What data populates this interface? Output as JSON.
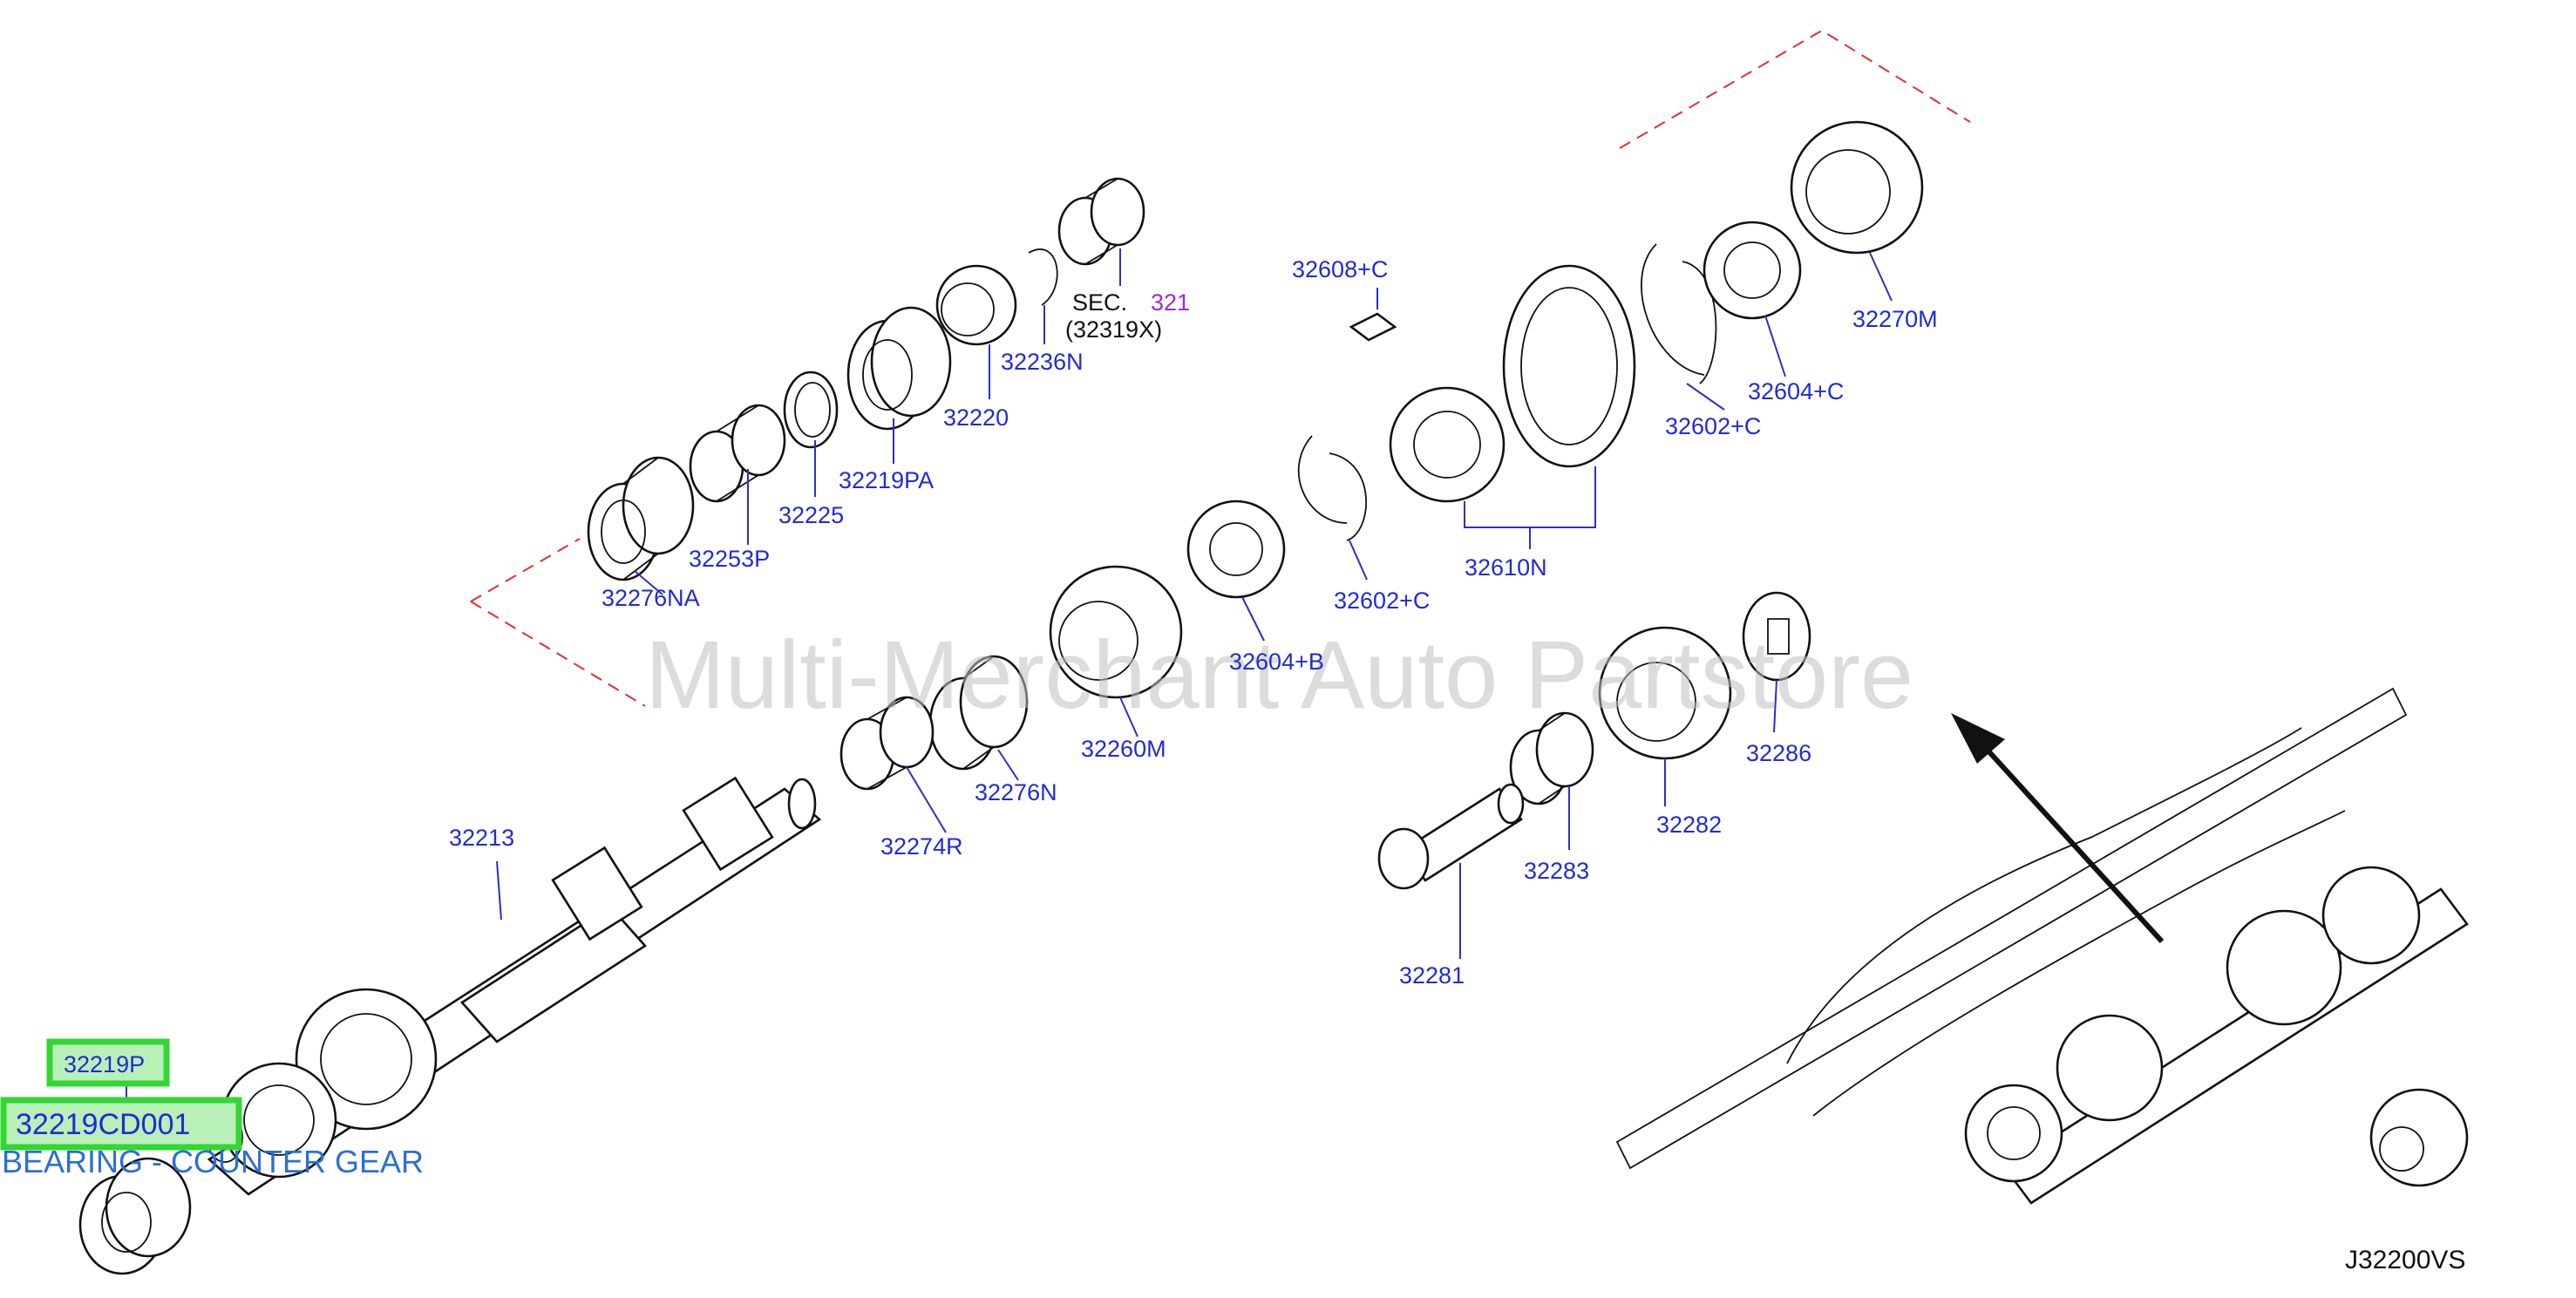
{
  "watermark": "Multi-Merchant Auto Partstore",
  "diagram_code": "J32200VS",
  "section_ref": {
    "label": "SEC.",
    "number": "321",
    "sub": "(32319X)"
  },
  "highlight": {
    "part_small": "32219P",
    "part_main": "32219CD001",
    "description": "BEARING - COUNTER GEAR"
  },
  "callouts": [
    "32276NA",
    "32253P",
    "32225",
    "32219PA",
    "32220",
    "32236N",
    "32608+C",
    "32270M",
    "32604+C",
    "32602+C",
    "32610N",
    "32602+C",
    "32604+B",
    "32260M",
    "32276N",
    "32274R",
    "32213",
    "32286",
    "32282",
    "32283",
    "32281"
  ],
  "colors": {
    "callout_text": "#1f2bd6",
    "highlight_fill": "#b8f0b8",
    "highlight_border": "#33d633",
    "dashed_outline": "#e03030",
    "description_text": "#2a6fd6"
  }
}
